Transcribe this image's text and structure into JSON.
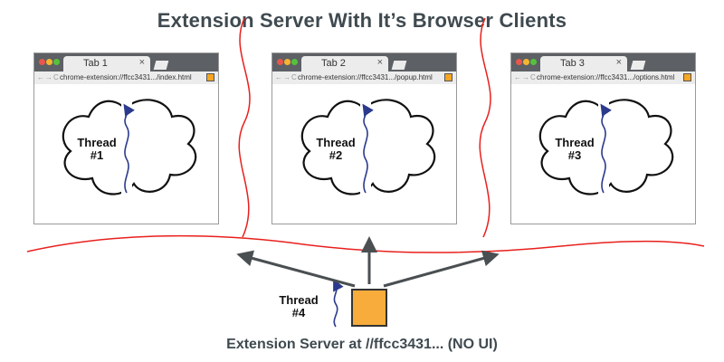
{
  "title": "Extension Server With It’s Browser Clients",
  "tabs": [
    {
      "label": "Tab 1",
      "close": "×",
      "url": "chrome-extension://ffcc3431.../index.html",
      "thread_line1": "Thread",
      "thread_line2": "#1"
    },
    {
      "label": "Tab 2",
      "close": "×",
      "url": "chrome-extension://ffcc3431.../popup.html",
      "thread_line1": "Thread",
      "thread_line2": "#2"
    },
    {
      "label": "Tab 3",
      "close": "×",
      "url": "chrome-extension://ffcc3431.../options.html",
      "thread_line1": "Thread",
      "thread_line2": "#3"
    }
  ],
  "nav_glyphs": "←→C",
  "server": {
    "thread_line1": "Thread",
    "thread_line2": "#4",
    "caption": "Extension Server at //ffcc3431... (NO UI)"
  },
  "colors": {
    "separator": "#e8201d",
    "thread_arrow": "#2b3a8c",
    "server_box": "#f7ac3b",
    "connection_arrow": "#4a4f52",
    "title_text": "#3f4a50",
    "tabbar": "#5d6064"
  }
}
